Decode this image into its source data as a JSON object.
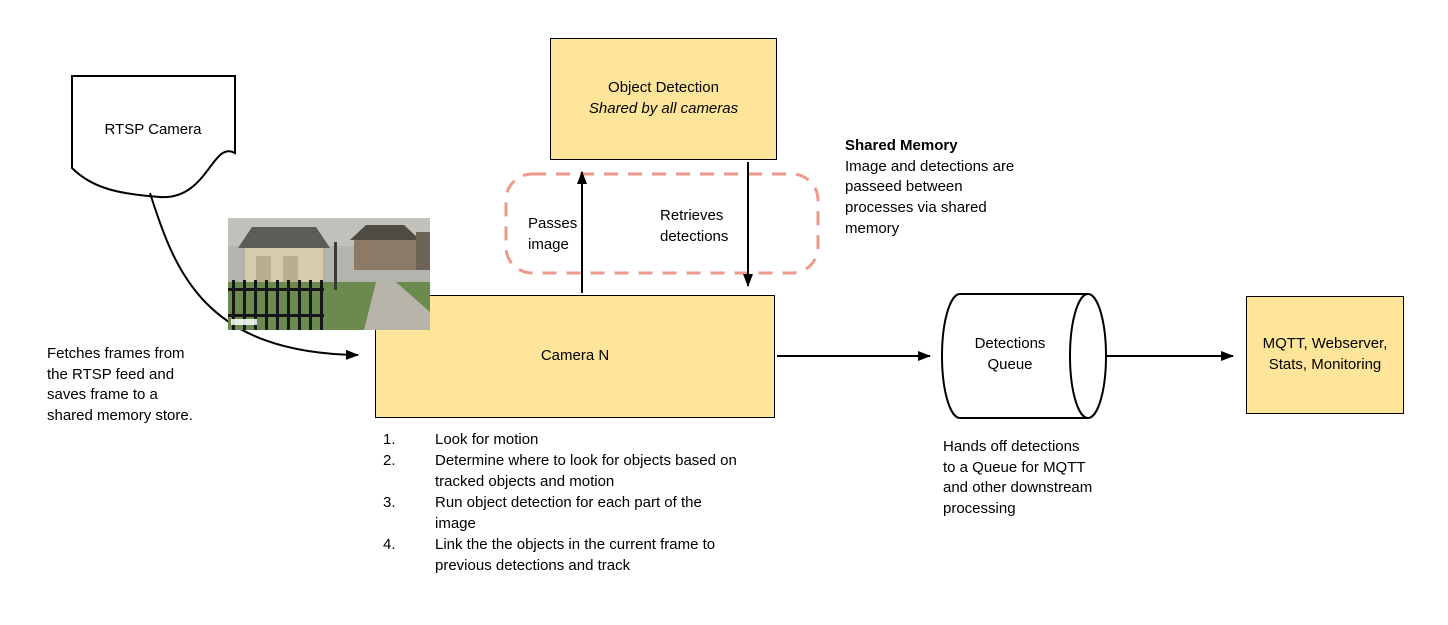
{
  "colors": {
    "background": "#ffffff",
    "box_fill": "#ffe599",
    "box_border": "#000000",
    "shared_memory_dashed": "#ee998c",
    "arrow": "#000000",
    "text": "#000000"
  },
  "nodes": {
    "rtsp_camera": {
      "label": "RTSP Camera"
    },
    "object_detection": {
      "title": "Object Detection",
      "subtitle": "Shared by all cameras"
    },
    "camera_n": {
      "label": "Camera N"
    },
    "detections_queue": {
      "label": "Detections Queue"
    },
    "outputs": {
      "label": "MQTT, Webserver, Stats, Monitoring"
    }
  },
  "edges": {
    "passes_image": {
      "label": "Passes image"
    },
    "retrieves_detections": {
      "label": "Retrieves detections"
    }
  },
  "annotations": {
    "shared_memory": {
      "title": "Shared Memory",
      "body": "Image and detections are passeed between processes via shared memory"
    },
    "fetch_note": "Fetches frames from the RTSP feed and saves frame to a shared memory store.",
    "queue_note": "Hands off detections to a Queue for MQTT and other downstream processing",
    "camera_steps": [
      {
        "num": "1.",
        "text": "Look for motion"
      },
      {
        "num": "2.",
        "text": "Determine where to look for objects based on tracked objects and motion"
      },
      {
        "num": "3.",
        "text": "Run object detection for each part of the image"
      },
      {
        "num": "4.",
        "text": "Link the the objects in the current frame to previous detections and track"
      }
    ]
  }
}
